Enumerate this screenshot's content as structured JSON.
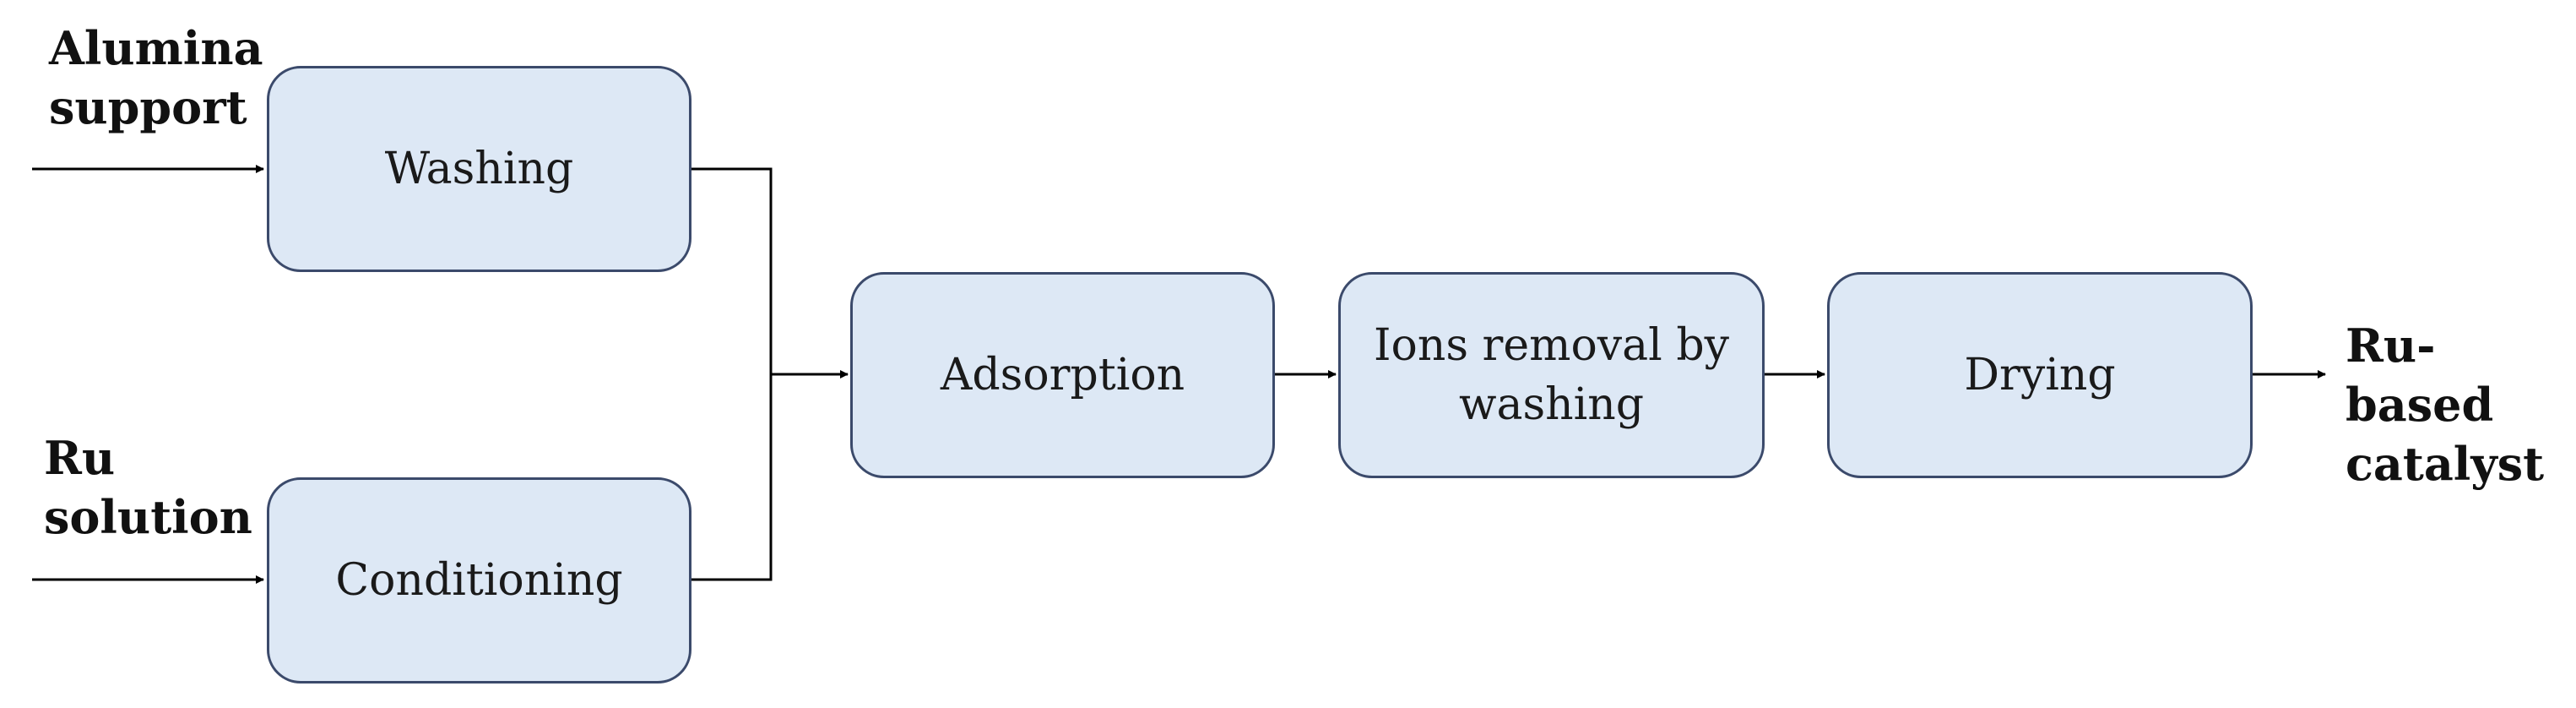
{
  "inputs": {
    "alumina": "Alumina\nsupport",
    "ru_solution": "Ru\nsolution"
  },
  "steps": {
    "washing": "Washing",
    "conditioning": "Conditioning",
    "adsorption": "Adsorption",
    "ions_removal": "Ions removal by washing",
    "drying": "Drying"
  },
  "output": {
    "product": "Ru-based\ncatalyst"
  },
  "colors": {
    "box_fill": "#dde8f5",
    "box_border": "#3b4a6b",
    "arrow": "#000000"
  }
}
